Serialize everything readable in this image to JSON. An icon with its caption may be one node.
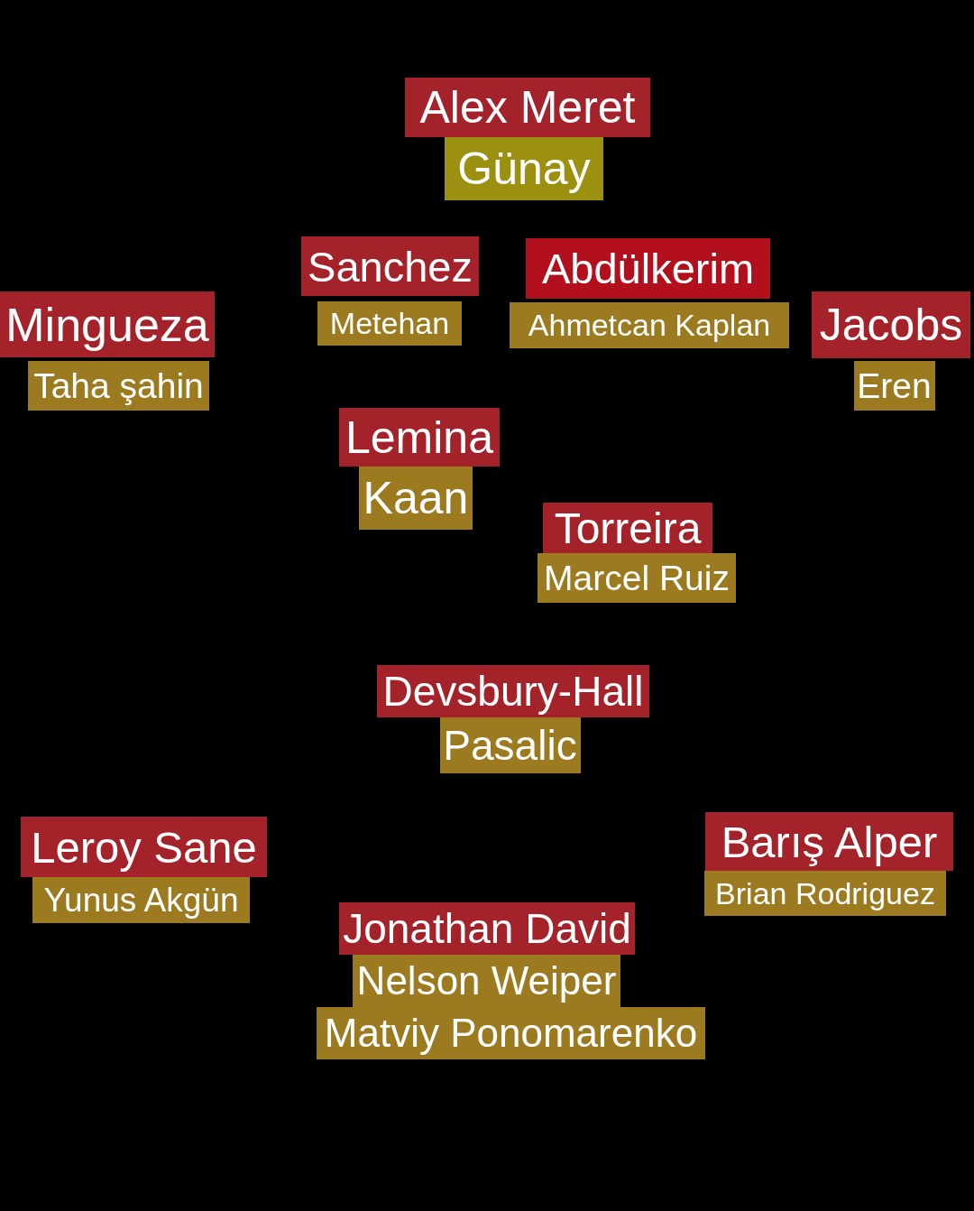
{
  "diagram": {
    "nodes": [
      {
        "text": [
          "Alex Meret"
        ]
      },
      {
        "text": [
          "Günay"
        ]
      },
      {
        "text": [
          "Sanchez"
        ]
      },
      {
        "text": [
          "Metehan"
        ]
      },
      {
        "text": [
          "Abdülkerim"
        ]
      },
      {
        "text": [
          "Ahmetcan Kaplan"
        ]
      },
      {
        "text": [
          "Mingueza"
        ]
      },
      {
        "text": [
          "Taha şahin"
        ]
      },
      {
        "text": [
          "Jacobs"
        ]
      },
      {
        "text": [
          "Eren"
        ]
      },
      {
        "text": [
          "Lemina"
        ]
      },
      {
        "text": [
          "Kaan"
        ]
      },
      {
        "text": [
          "Torreira"
        ]
      },
      {
        "text": [
          "Marcel Ruiz"
        ]
      },
      {
        "text": [
          "Devsbury-Hall"
        ]
      },
      {
        "text": [
          "Pasalic"
        ]
      },
      {
        "text": [
          "Leroy Sane"
        ]
      },
      {
        "text": [
          "Yunus Akgün"
        ]
      },
      {
        "text": [
          "Barış Alper"
        ]
      },
      {
        "text": [
          "Brian Rodriguez"
        ]
      },
      {
        "text": [
          "Jonathan David"
        ]
      },
      {
        "text": [
          "Nelson Weiper"
        ]
      },
      {
        "text": [
          "Matviy Ponomarenko"
        ]
      }
    ],
    "edges": []
  }
}
